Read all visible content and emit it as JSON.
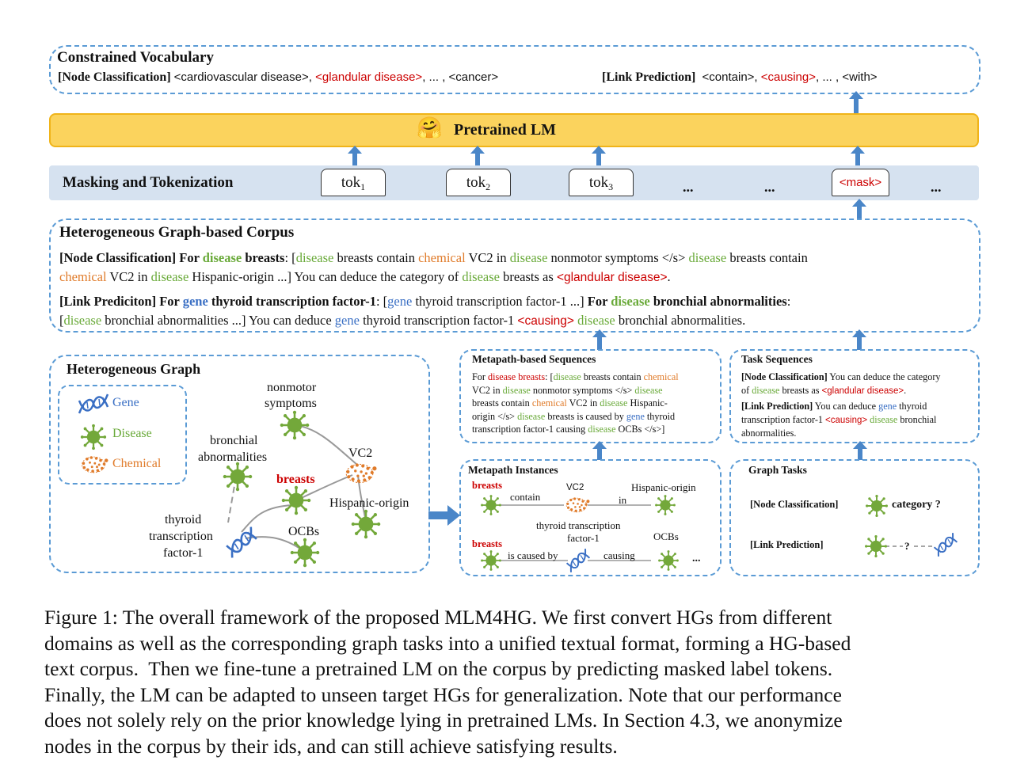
{
  "vocab": {
    "title": "Constrained Vocabulary",
    "nc_label": "[Node Classification]",
    "nc_a": "<cardiovascular disease>, ",
    "nc_b": "<glandular disease>",
    "nc_c": ", ... , <cancer>",
    "lp_label": "[Link Prediction]",
    "lp_a": "<contain>, ",
    "lp_b": "<causing>",
    "lp_c": ", ... , <with>"
  },
  "lm": {
    "emoji": "🤗",
    "label": "Pretrained LM"
  },
  "masking": {
    "label": "Masking and Tokenization",
    "tokens": [
      "tok",
      "tok",
      "tok"
    ],
    "subs": [
      "1",
      "2",
      "3"
    ],
    "ellipsis": "...",
    "mask": "<mask>"
  },
  "corpus": {
    "title": "Heterogeneous Graph-based Corpus",
    "nc": {
      "label": "[Node Classification] For ",
      "t1": "disease",
      "t2": " breasts",
      "t3": ": [",
      "t4": "disease",
      "t5": " breasts contain ",
      "t6": "chemical",
      "t7": " VC2 in ",
      "t8": "disease",
      "t9": " nonmotor symptoms </s> ",
      "t10": "disease",
      "t11": " breasts contain",
      "t12": "chemical",
      "t13": " VC2 in ",
      "t14": "disease",
      "t15": " Hispanic-origin ...] You can deduce the category of ",
      "t16": "disease",
      "t17": " breasts as ",
      "t18": "<glandular disease>",
      "t19": "."
    },
    "lp": {
      "label": "[Link Prediciton] For ",
      "t1": "gene",
      "t2": " thyroid transcription factor-1",
      "t3": ": [",
      "t4": "gene",
      "t5": " thyroid transcription factor-1 ...] ",
      "t6": "For ",
      "t7": "disease",
      "t8": " bronchial abnormalities",
      "t9": ":",
      "t10": "[",
      "t11": "disease",
      "t12": " bronchial abnormalities ...] You can deduce ",
      "t13": "gene",
      "t14": " thyroid transcription factor-1 ",
      "t15": "<causing>",
      "t16": " ",
      "t17": "disease",
      "t18": " bronchial abnormalities."
    }
  },
  "hg": {
    "title": "Heterogeneous Graph",
    "legend": [
      "Gene",
      "Disease",
      "Chemical"
    ],
    "nodes": {
      "nonmotor": "nonmotor",
      "symptoms": "symptoms",
      "bronchial": "bronchial",
      "abnormalities": "abnormalities",
      "vc2": "VC2",
      "breasts": "breasts",
      "hispanic": "Hispanic-origin",
      "thyroid1": "thyroid",
      "thyroid2": "transcription",
      "thyroid3": "factor-1",
      "ocbs": "OCBs"
    }
  },
  "metaseq": {
    "title": "Metapath-based Sequences",
    "l1a": "For ",
    "l1b": "disease",
    "l1c": " breasts",
    "l1d": ": [",
    "l1e": "disease",
    "l1f": " breasts contain ",
    "l1g": "chemical",
    "l2a": "VC2 in ",
    "l2b": "disease",
    "l2c": " nonmotor symptoms </s> ",
    "l2d": "disease",
    "l3a": "breasts contain ",
    "l3b": "chemical",
    "l3c": " VC2 in ",
    "l3d": "disease",
    "l3e": " Hispanic-",
    "l4a": "origin </s> ",
    "l4b": "disease",
    "l4c": " breasts is caused by ",
    "l4d": "gene",
    "l4e": " thyroid",
    "l5a": "transcription factor-1 causing ",
    "l5b": "disease",
    "l5c": " OCBs </s>]"
  },
  "taskseq": {
    "title": "Task Sequences",
    "nc_label": "[Node Classification]",
    "nc1": " You can deduce the category",
    "nc2a": "of ",
    "nc2b": "disease",
    "nc2c": " breasts as ",
    "nc2d": "<glandular disease>",
    "nc2e": ".",
    "lp_label": "[Link Prediction]",
    "lp1a": " You can deduce ",
    "lp1b": "gene",
    "lp1c": " thyroid",
    "lp2a": "transcription factor-1 ",
    "lp2b": "<causing>",
    "lp2c": " ",
    "lp2d": "disease",
    "lp2e": " bronchial",
    "lp3": "abnormalities."
  },
  "instances": {
    "title": "Metapath Instances",
    "breasts": "breasts",
    "contain": "contain",
    "vc2": "VC2",
    "in": "in",
    "hispanic": "Hispanic-origin",
    "thyroid1": "thyroid transcription",
    "thyroid2": "factor-1",
    "ocbs": "OCBs",
    "caused": "is caused by",
    "causing": "causing",
    "dots": "..."
  },
  "tasks": {
    "title": "Graph Tasks",
    "nc": "[Node Classification]",
    "nc_q": "category ?",
    "lp": "[Link Prediction]",
    "lp_q": "?"
  },
  "caption": {
    "l1": "Figure 1: The overall framework of the proposed MLM4HG. We first convert HGs from different",
    "l2": "domains as well as the corresponding graph tasks into a unified textual format, forming a HG-based",
    "l3": "text corpus.  Then we fine-tune a pretrained LM on the corpus by predicting masked label tokens.",
    "l4": "Finally, the LM can be adapted to unseen target HGs for generalization. Note that our performance",
    "l5": "does not solely rely on the prior knowledge lying in pretrained LMs. In Section 4.3, we anonymize",
    "l6": "nodes in the corpus by their ids, and can still achieve satisfying results."
  },
  "colors": {
    "border": "#5b9bd5",
    "lm_fill": "#fbd35d",
    "mask_band": "#d6e2f0",
    "disease": "#6aaa3a",
    "chemical": "#e07b2a",
    "gene": "#3a6fc4",
    "label_red": "#cc0000"
  }
}
